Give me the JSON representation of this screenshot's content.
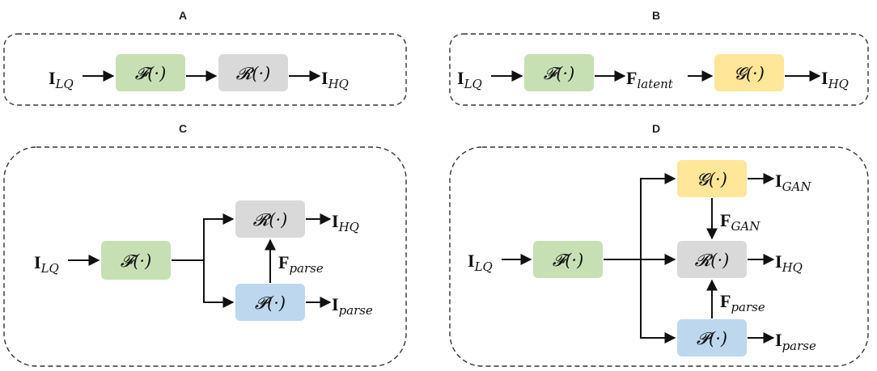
{
  "panels": [
    {
      "label": "A",
      "boxes": [
        {
          "id": "F",
          "text": "𝓕(·)",
          "color": "#c6e0b4"
        },
        {
          "id": "R",
          "text": "𝓡(·)",
          "color": "#d9d9d9"
        }
      ],
      "vars": [
        {
          "id": "in",
          "main": "I",
          "sub": "LQ"
        },
        {
          "id": "out",
          "main": "I",
          "sub": "HQ"
        }
      ]
    },
    {
      "label": "B",
      "boxes": [
        {
          "id": "F",
          "text": "𝓕(·)",
          "color": "#c6e0b4"
        },
        {
          "id": "G",
          "text": "𝓖(·)",
          "color": "#ffe699"
        }
      ],
      "vars": [
        {
          "id": "in",
          "main": "I",
          "sub": "LQ"
        },
        {
          "id": "lat",
          "main": "F",
          "sub": "latent"
        },
        {
          "id": "out",
          "main": "I",
          "sub": "HQ"
        }
      ]
    },
    {
      "label": "C",
      "boxes": [
        {
          "id": "F",
          "text": "𝓕(·)",
          "color": "#c6e0b4"
        },
        {
          "id": "R",
          "text": "𝓡(·)",
          "color": "#d9d9d9"
        },
        {
          "id": "P",
          "text": "𝓟(·)",
          "color": "#bdd7ee"
        }
      ],
      "vars": [
        {
          "id": "in",
          "main": "I",
          "sub": "LQ"
        },
        {
          "id": "out",
          "main": "I",
          "sub": "HQ"
        },
        {
          "id": "fparse",
          "main": "F",
          "sub": "parse"
        },
        {
          "id": "iparse",
          "main": "I",
          "sub": "parse"
        }
      ]
    },
    {
      "label": "D",
      "boxes": [
        {
          "id": "F",
          "text": "𝓕(·)",
          "color": "#c6e0b4"
        },
        {
          "id": "G",
          "text": "𝓖(·)",
          "color": "#ffe699"
        },
        {
          "id": "R",
          "text": "𝓡(·)",
          "color": "#d9d9d9"
        },
        {
          "id": "P",
          "text": "𝓟(·)",
          "color": "#bdd7ee"
        }
      ],
      "vars": [
        {
          "id": "in",
          "main": "I",
          "sub": "LQ"
        },
        {
          "id": "igan",
          "main": "I",
          "sub": "GAN"
        },
        {
          "id": "fgan",
          "main": "F",
          "sub": "GAN"
        },
        {
          "id": "out",
          "main": "I",
          "sub": "HQ"
        },
        {
          "id": "fparse",
          "main": "F",
          "sub": "parse"
        },
        {
          "id": "iparse",
          "main": "I",
          "sub": "parse"
        }
      ]
    }
  ]
}
